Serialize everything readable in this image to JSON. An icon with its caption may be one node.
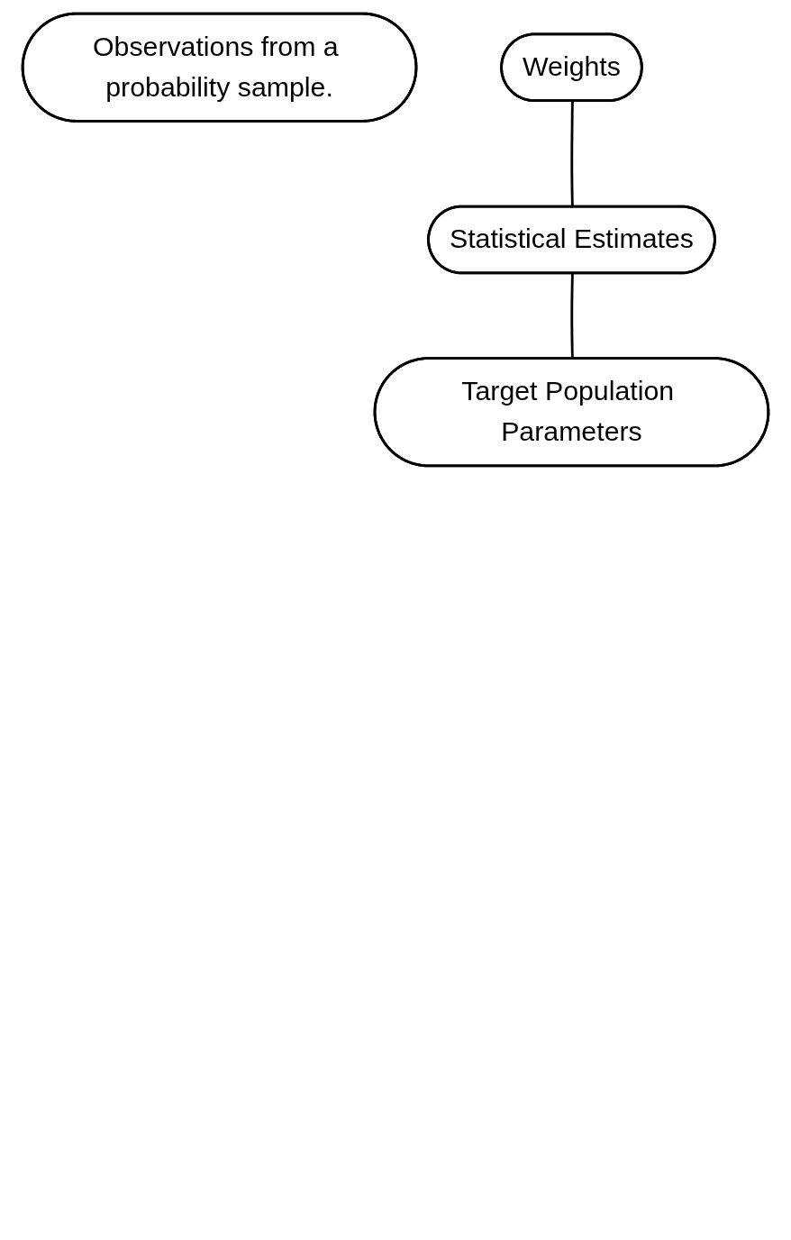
{
  "diagram": {
    "nodes": [
      {
        "text": [
          "Observations from a probability sample."
        ]
      },
      {
        "text": [
          "Weights"
        ]
      },
      {
        "text": [
          "Statistical Estimates"
        ]
      },
      {
        "text": [
          "Target Population Parameters"
        ]
      }
    ],
    "edges": [
      {
        "from": 1,
        "to": 2,
        "arrow": "none"
      },
      {
        "from": 2,
        "to": 3,
        "arrow": "none"
      }
    ]
  }
}
